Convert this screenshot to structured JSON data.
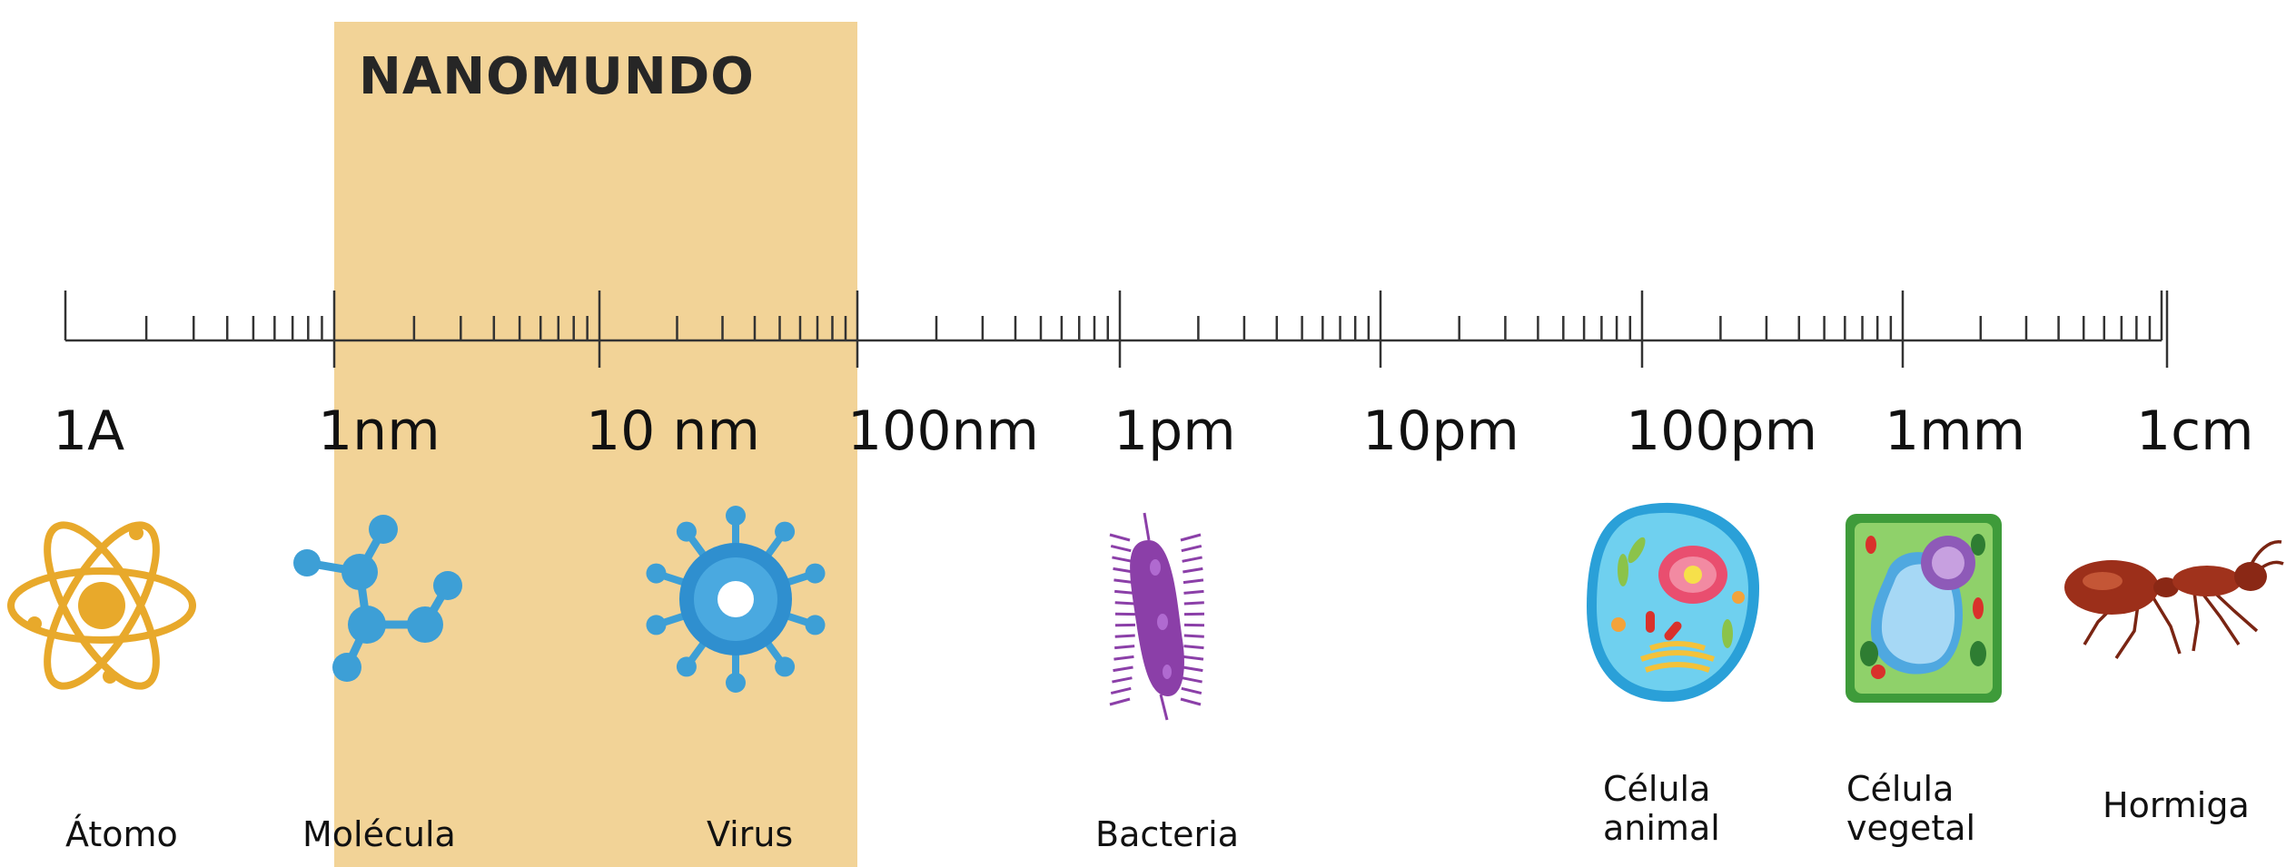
{
  "band": {
    "title": "NANOMUNDO",
    "color": "#f2d397"
  },
  "scale": {
    "ticks": [
      "1A",
      "1nm",
      "10 nm",
      "100nm",
      "1pm",
      "10pm",
      "100pm",
      "1mm",
      "1cm"
    ]
  },
  "items": [
    {
      "name": "Átomo",
      "icon": "atom-icon",
      "color": "#e8a92b"
    },
    {
      "name": "Molécula",
      "icon": "molecule-icon",
      "color": "#3d9fd6"
    },
    {
      "name": "Virus",
      "icon": "virus-icon",
      "color": "#2f8fcf"
    },
    {
      "name": "Bacteria",
      "icon": "bacteria-icon",
      "color": "#8b3fa8"
    },
    {
      "name_line1": "Célula",
      "name_line2": "animal",
      "icon": "animal-cell-icon",
      "color": "#55c3e8"
    },
    {
      "name_line1": "Célula",
      "name_line2": "vegetal",
      "icon": "plant-cell-icon",
      "color": "#4caf50"
    },
    {
      "name": "Hormiga",
      "icon": "ant-icon",
      "color": "#a0321c"
    }
  ]
}
